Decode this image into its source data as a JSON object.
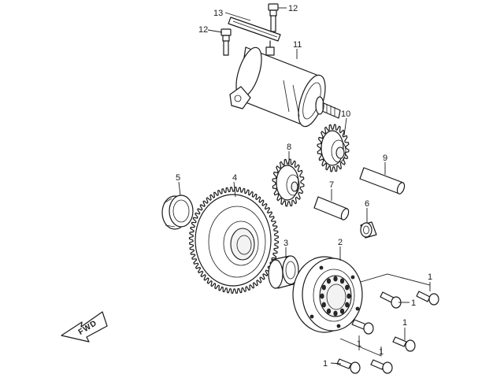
{
  "labels": {
    "p1": "1",
    "p2": "2",
    "p3": "3",
    "p4": "4",
    "p5": "5",
    "p6": "6",
    "p7": "7",
    "p8": "8",
    "p9": "9",
    "p10": "10",
    "p11": "11",
    "p12": "12",
    "p13": "13"
  },
  "fwd_text": "FWD"
}
